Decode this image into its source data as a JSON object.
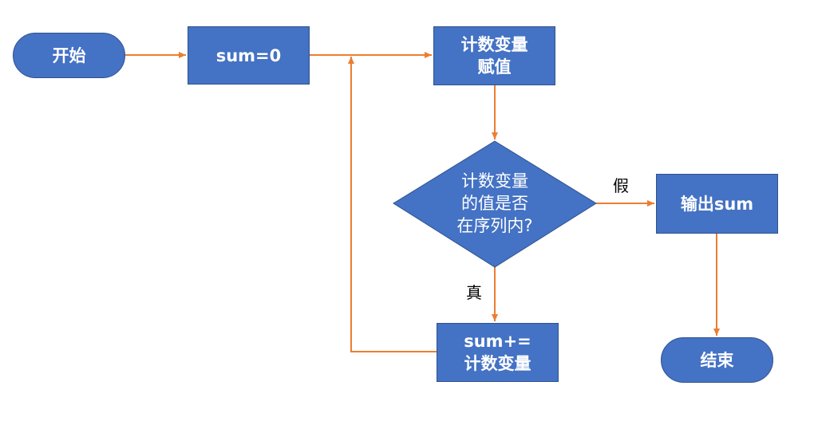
{
  "colors": {
    "node_fill": "#4472c4",
    "node_border": "#2f528f",
    "node_text": "#ffffff",
    "edge": "#ed7d31",
    "label_text": "#000000"
  },
  "nodes": {
    "start": {
      "label": "开始"
    },
    "init": {
      "label": "sum=0"
    },
    "assign": {
      "lines": [
        "计数变量",
        "赋值"
      ]
    },
    "decision": {
      "lines": [
        "计数变量",
        "的值是否",
        "在序列内?"
      ]
    },
    "accumulate": {
      "lines": [
        "sum+=",
        "计数变量"
      ]
    },
    "output": {
      "label": "输出sum"
    },
    "end": {
      "label": "结束"
    }
  },
  "edge_labels": {
    "false_branch": "假",
    "true_branch": "真"
  }
}
